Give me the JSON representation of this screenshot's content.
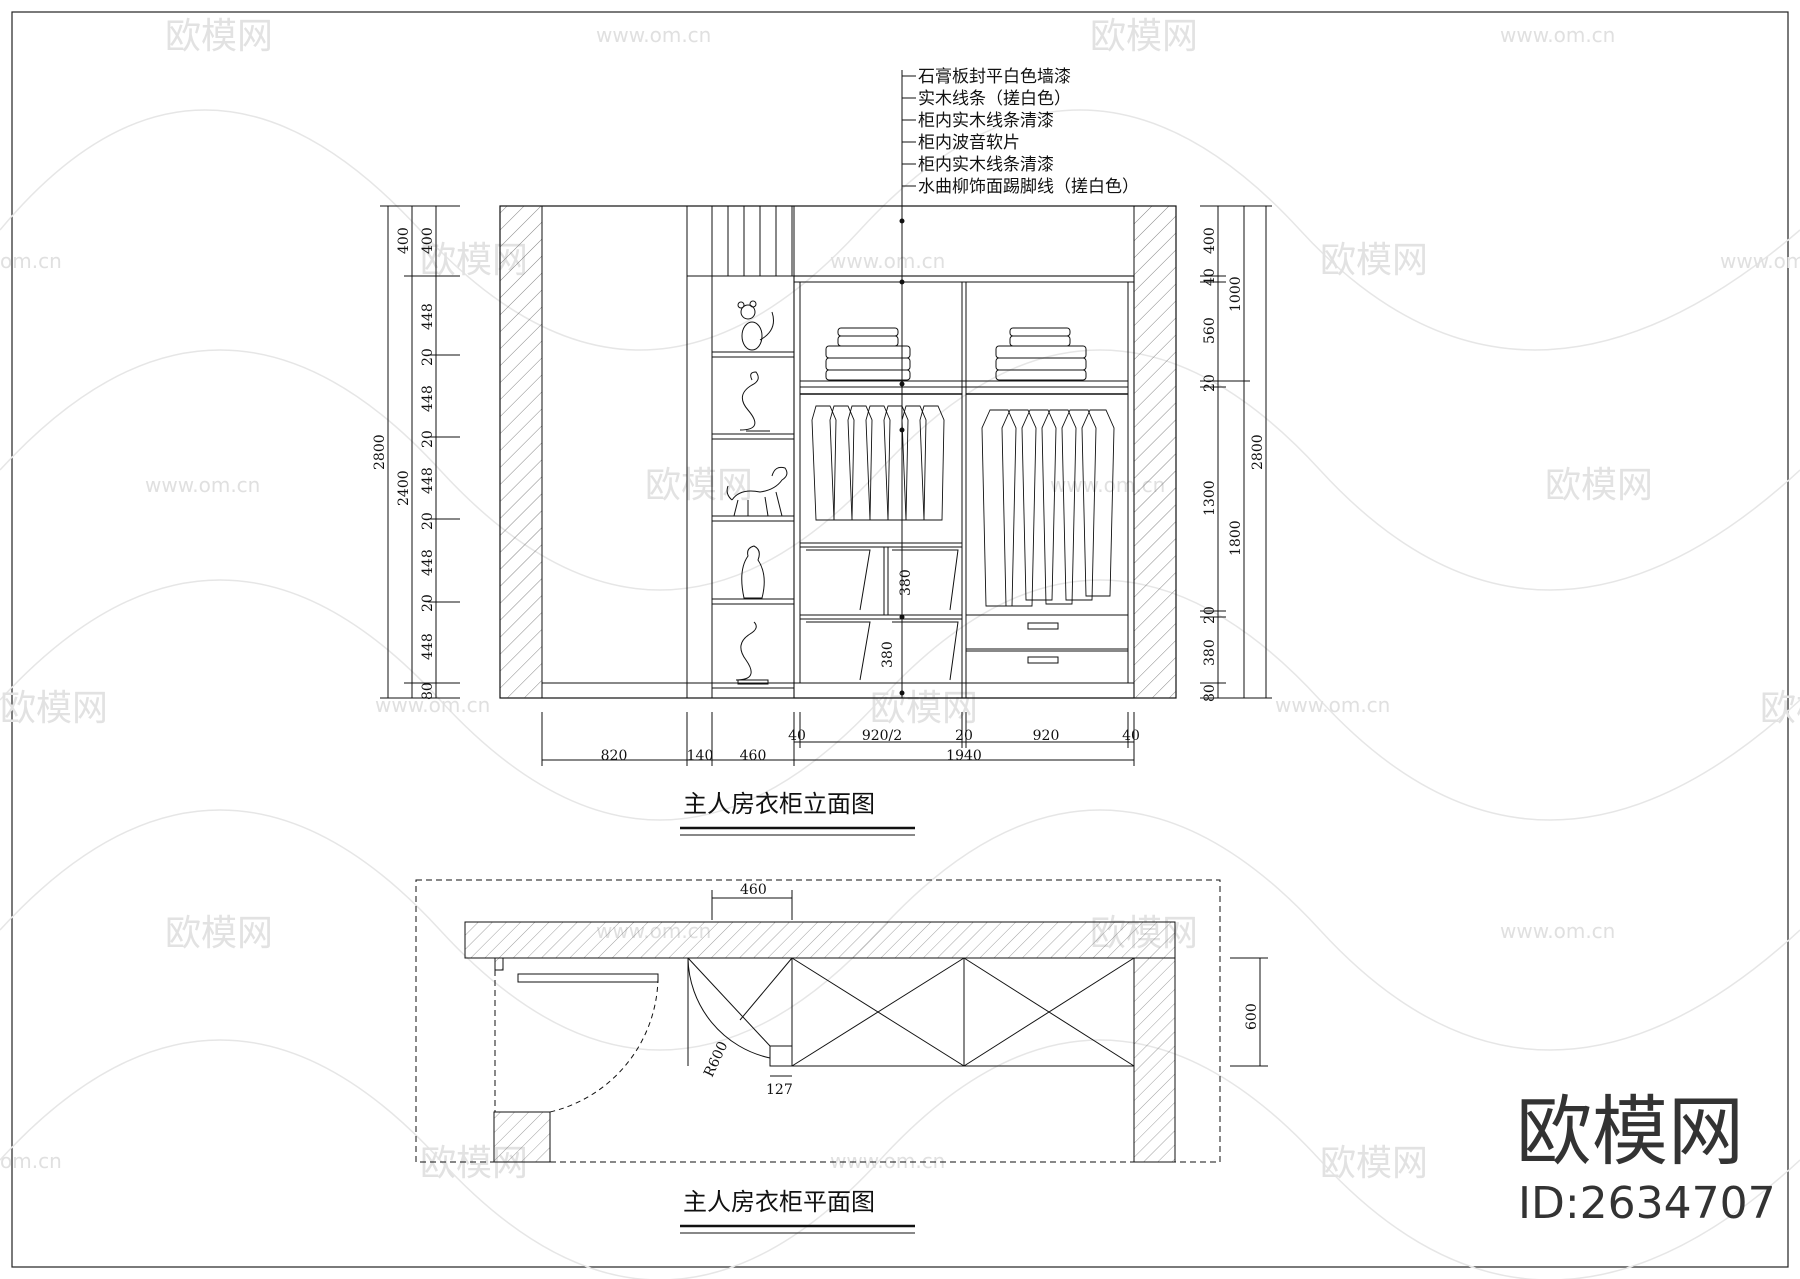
{
  "elevation": {
    "title": "主人房衣柜立面图",
    "callouts": [
      "石膏板封平白色墙漆",
      "实木线条（搓白色）",
      "柜内实木线条清漆",
      "柜内波音软片",
      "柜内实木线条清漆",
      "水曲柳饰面踢脚线（搓白色）"
    ],
    "left_dims": {
      "total_outer": "2800",
      "total_inner": "2400",
      "segments": [
        "400",
        "448",
        "20",
        "448",
        "20",
        "448",
        "20",
        "448",
        "20",
        "448",
        "80"
      ]
    },
    "right_dims": {
      "segments": [
        "400",
        "40",
        "560",
        "20",
        "1300",
        "20",
        "380",
        "80"
      ],
      "mid": [
        "1000",
        "1800"
      ],
      "total": "2800"
    },
    "inner_dims": [
      "380",
      "380"
    ],
    "bottom_top_row": [
      "40",
      "920/2",
      "20",
      "920",
      "40"
    ],
    "bottom_row": [
      "820",
      "140",
      "460",
      "1940"
    ]
  },
  "plan": {
    "title": "主人房衣柜平面图",
    "dim_top": "460",
    "dim_right": "600",
    "radius": "R600",
    "dim_small": "127"
  },
  "watermark": {
    "brand": "欧模网",
    "url": "www.om.cn",
    "url_fragment": "om.cn",
    "id": "ID:2634707"
  }
}
